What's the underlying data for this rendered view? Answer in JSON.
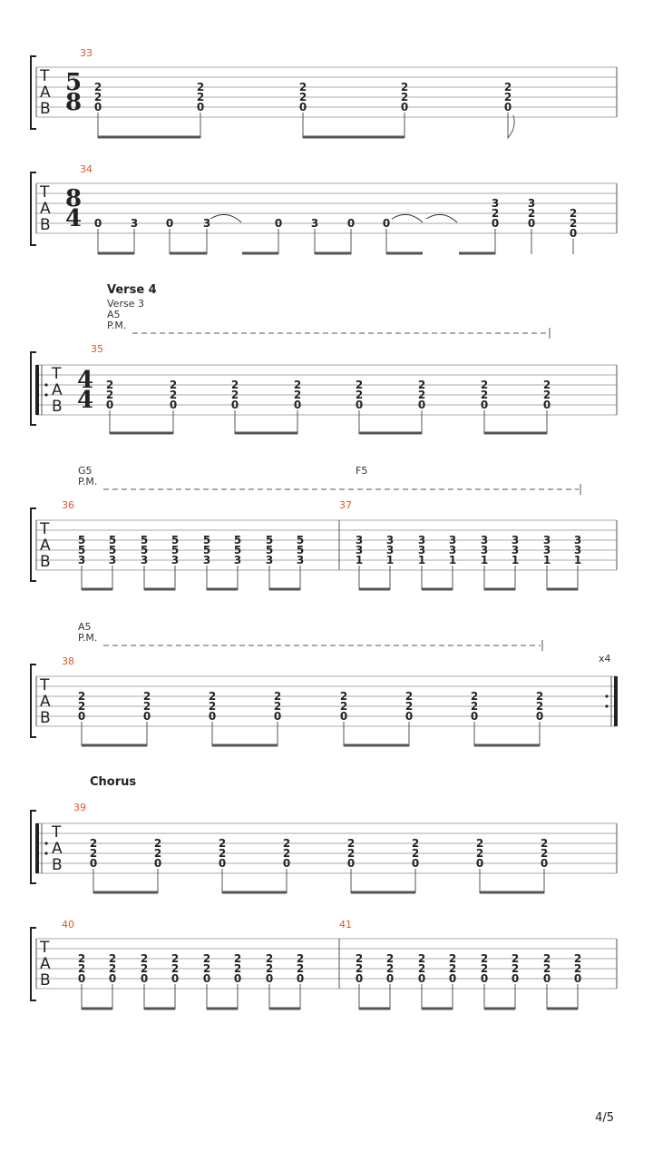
{
  "page_number": "4/5",
  "systems": [
    {
      "measures": [
        {
          "number": "33",
          "time_signature": [
            "5",
            "8"
          ],
          "notes": [
            [
              "2",
              "2",
              "0"
            ],
            [
              "2",
              "2",
              "0"
            ],
            [
              "2",
              "2",
              "0"
            ],
            [
              "2",
              "2",
              "0"
            ],
            [
              "2",
              "2",
              "0"
            ]
          ]
        }
      ]
    },
    {
      "measures": [
        {
          "number": "34",
          "time_signature": [
            "8",
            "4"
          ],
          "notes": [
            [
              "0"
            ],
            [
              "3"
            ],
            [
              "0"
            ],
            [
              "3"
            ],
            [
              "0"
            ],
            [
              "3"
            ],
            [
              "0"
            ],
            [
              "0"
            ],
            [
              "3",
              "2",
              "0"
            ],
            [
              "3",
              "2",
              "0"
            ],
            [
              "2",
              "2",
              "0"
            ]
          ]
        }
      ]
    },
    {
      "section": "Verse 4",
      "sub_section": "Verse 3",
      "chord": "A5",
      "pm": "P.M.",
      "measures": [
        {
          "number": "35",
          "time_signature": [
            "4",
            "4"
          ],
          "notes": [
            [
              "2",
              "2",
              "0"
            ],
            [
              "2",
              "2",
              "0"
            ],
            [
              "2",
              "2",
              "0"
            ],
            [
              "2",
              "2",
              "0"
            ],
            [
              "2",
              "2",
              "0"
            ],
            [
              "2",
              "2",
              "0"
            ],
            [
              "2",
              "2",
              "0"
            ],
            [
              "2",
              "2",
              "0"
            ]
          ]
        }
      ]
    },
    {
      "chords": [
        "G5",
        "F5"
      ],
      "pm": "P.M.",
      "measures": [
        {
          "number": "36",
          "notes": [
            [
              "5",
              "5",
              "3"
            ],
            [
              "5",
              "5",
              "3"
            ],
            [
              "5",
              "5",
              "3"
            ],
            [
              "5",
              "5",
              "3"
            ],
            [
              "5",
              "5",
              "3"
            ],
            [
              "5",
              "5",
              "3"
            ],
            [
              "5",
              "5",
              "3"
            ],
            [
              "5",
              "5",
              "3"
            ]
          ]
        },
        {
          "number": "37",
          "notes": [
            [
              "3",
              "3",
              "1"
            ],
            [
              "3",
              "3",
              "1"
            ],
            [
              "3",
              "3",
              "1"
            ],
            [
              "3",
              "3",
              "1"
            ],
            [
              "3",
              "3",
              "1"
            ],
            [
              "3",
              "3",
              "1"
            ],
            [
              "3",
              "3",
              "1"
            ],
            [
              "3",
              "3",
              "1"
            ]
          ]
        }
      ]
    },
    {
      "chord": "A5",
      "pm": "P.M.",
      "repeat": "x4",
      "measures": [
        {
          "number": "38",
          "notes": [
            [
              "2",
              "2",
              "0"
            ],
            [
              "2",
              "2",
              "0"
            ],
            [
              "2",
              "2",
              "0"
            ],
            [
              "2",
              "2",
              "0"
            ],
            [
              "2",
              "2",
              "0"
            ],
            [
              "2",
              "2",
              "0"
            ],
            [
              "2",
              "2",
              "0"
            ],
            [
              "2",
              "2",
              "0"
            ]
          ]
        }
      ]
    },
    {
      "section": "Chorus",
      "measures": [
        {
          "number": "39",
          "notes": [
            [
              "2",
              "2",
              "0"
            ],
            [
              "2",
              "2",
              "0"
            ],
            [
              "2",
              "2",
              "0"
            ],
            [
              "2",
              "2",
              "0"
            ],
            [
              "2",
              "2",
              "0"
            ],
            [
              "2",
              "2",
              "0"
            ],
            [
              "2",
              "2",
              "0"
            ],
            [
              "2",
              "2",
              "0"
            ]
          ]
        }
      ]
    },
    {
      "measures": [
        {
          "number": "40",
          "notes": [
            [
              "2",
              "2",
              "0"
            ],
            [
              "2",
              "2",
              "0"
            ],
            [
              "2",
              "2",
              "0"
            ],
            [
              "2",
              "2",
              "0"
            ],
            [
              "2",
              "2",
              "0"
            ],
            [
              "2",
              "2",
              "0"
            ],
            [
              "2",
              "2",
              "0"
            ],
            [
              "2",
              "2",
              "0"
            ]
          ]
        },
        {
          "number": "41",
          "notes": [
            [
              "2",
              "2",
              "0"
            ],
            [
              "2",
              "2",
              "0"
            ],
            [
              "2",
              "2",
              "0"
            ],
            [
              "2",
              "2",
              "0"
            ],
            [
              "2",
              "2",
              "0"
            ],
            [
              "2",
              "2",
              "0"
            ],
            [
              "2",
              "2",
              "0"
            ],
            [
              "2",
              "2",
              "0"
            ]
          ]
        }
      ]
    }
  ]
}
